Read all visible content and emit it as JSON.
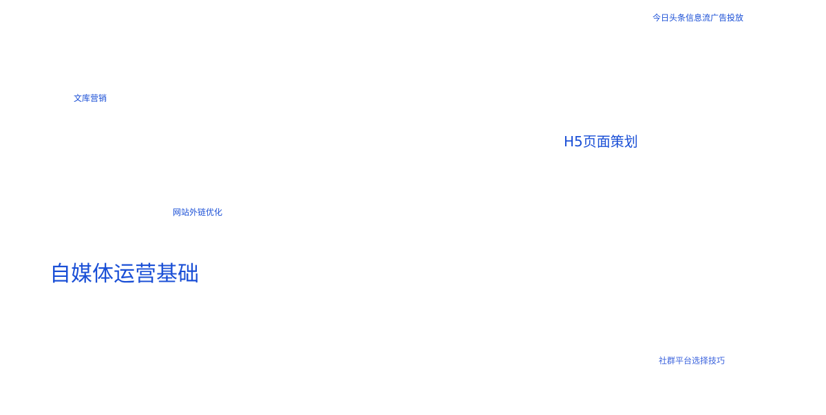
{
  "tags": [
    {
      "label": "今日头条信息流广告投放",
      "color": "#1a4fd6"
    },
    {
      "label": "文库营销",
      "color": "#1a4fd6"
    },
    {
      "label": "H5页面策划",
      "color": "#1a4fd6"
    },
    {
      "label": "网站外链优化",
      "color": "#1a4fd6"
    },
    {
      "label": "自媒体运营基础",
      "color": "#1a4fd6"
    },
    {
      "label": "社群平台选择技巧",
      "color": "#3b63dd"
    }
  ]
}
